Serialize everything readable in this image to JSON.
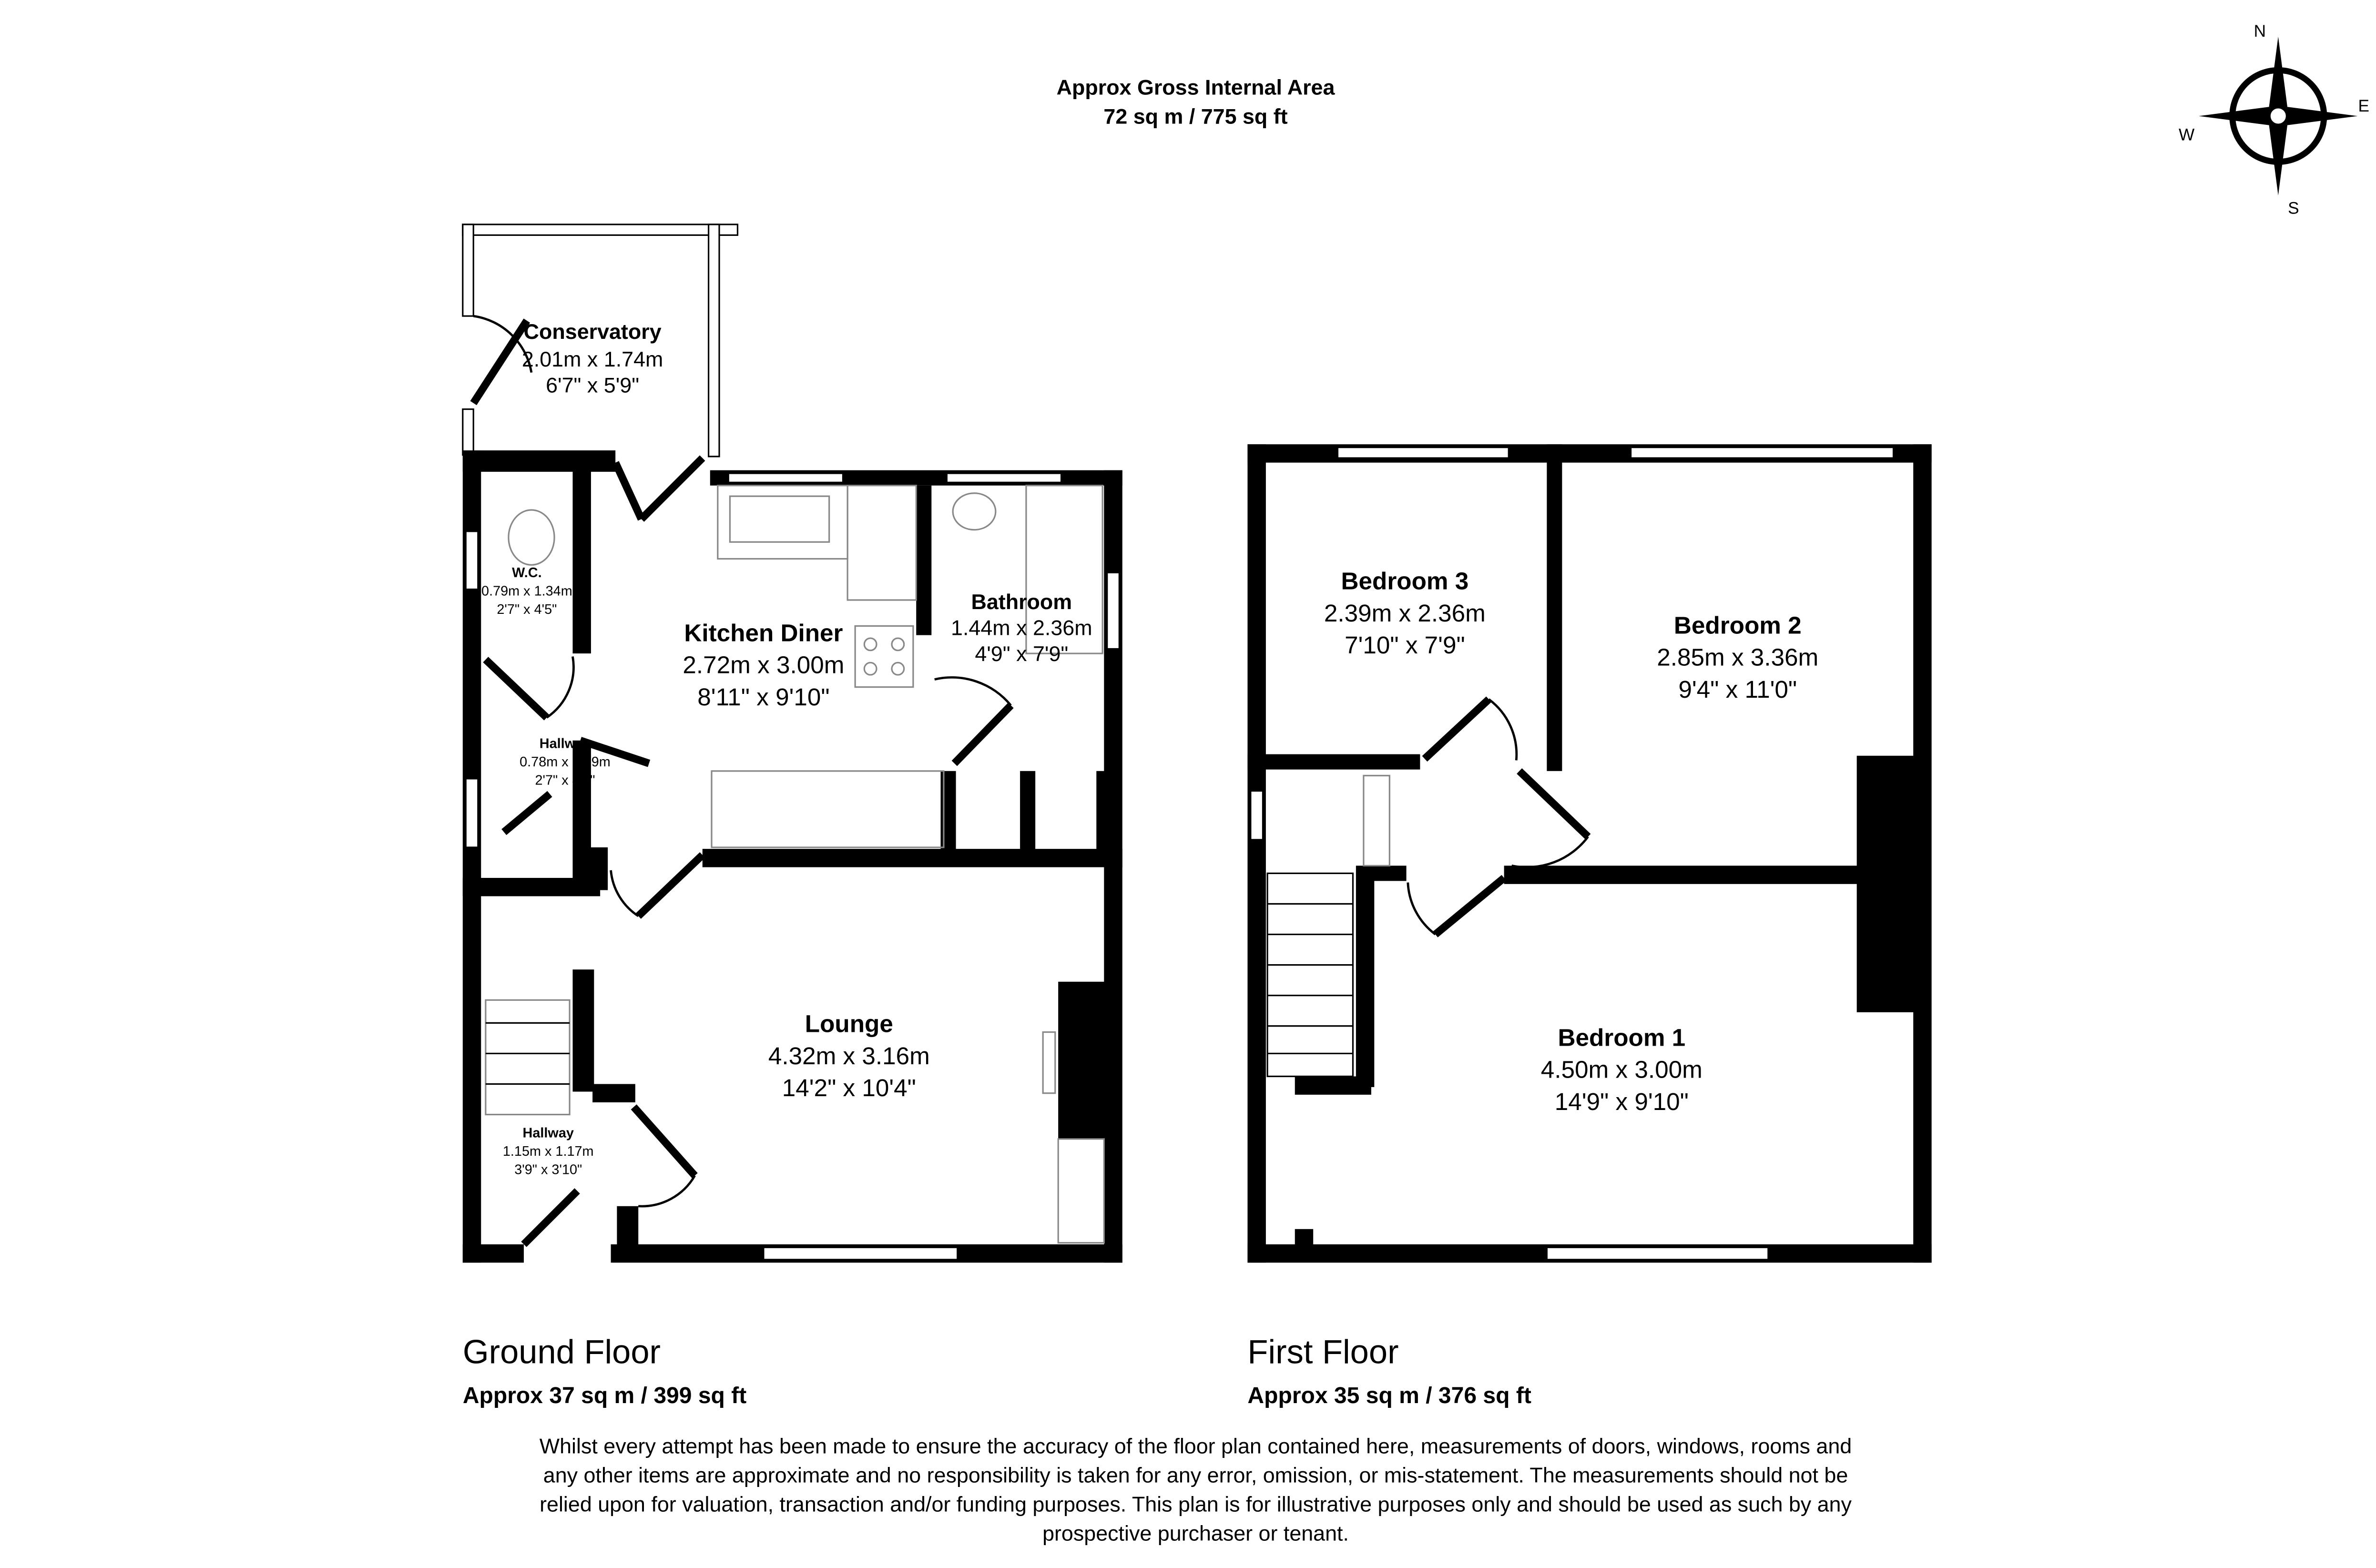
{
  "header": {
    "line1": "Approx Gross Internal Area",
    "line2": "72 sq m / 775 sq ft"
  },
  "compass": {
    "n": "N",
    "e": "E",
    "s": "S",
    "w": "W"
  },
  "ground_floor": {
    "title": "Ground Floor",
    "area": "Approx 37 sq m / 399 sq ft",
    "rooms": [
      {
        "name": "Conservatory",
        "metric": "2.01m x 1.74m",
        "imperial": "6'7\" x 5'9\""
      },
      {
        "name": "W.C.",
        "metric": "0.79m x 1.34m",
        "imperial": "2'7\" x 4'5\""
      },
      {
        "name": "Kitchen Diner",
        "metric": "2.72m x 3.00m",
        "imperial": "8'11\" x 9'10\""
      },
      {
        "name": "Bathroom",
        "metric": "1.44m x 2.36m",
        "imperial": "4'9\" x 7'9\""
      },
      {
        "name": "Hallway",
        "metric": "0.78m x 1.39m",
        "imperial": "2'7\" x 4'7\""
      },
      {
        "name": "Lounge",
        "metric": "4.32m x 3.16m",
        "imperial": "14'2\" x 10'4\""
      },
      {
        "name": "Hallway",
        "metric": "1.15m x 1.17m",
        "imperial": "3'9\" x 3'10\""
      }
    ]
  },
  "first_floor": {
    "title": "First Floor",
    "area": "Approx 35 sq m / 376 sq ft",
    "rooms": [
      {
        "name": "Bedroom 3",
        "metric": "2.39m x 2.36m",
        "imperial": "7'10\" x 7'9\""
      },
      {
        "name": "Bedroom 2",
        "metric": "2.85m x 3.36m",
        "imperial": "9'4\" x 11'0\""
      },
      {
        "name": "Bedroom 1",
        "metric": "4.50m x 3.00m",
        "imperial": "14'9\" x 9'10\""
      }
    ]
  },
  "disclaimer": [
    "Whilst every attempt has been made to ensure the accuracy of the floor plan contained here, measurements of doors, windows, rooms and",
    "any other items are approximate and no responsibility is taken for any error, omission, or mis-statement. The measurements should not be",
    "relied upon for valuation, transaction and/or funding purposes. This plan is for illustrative purposes only and should be used as such by any",
    "prospective purchaser or tenant."
  ]
}
